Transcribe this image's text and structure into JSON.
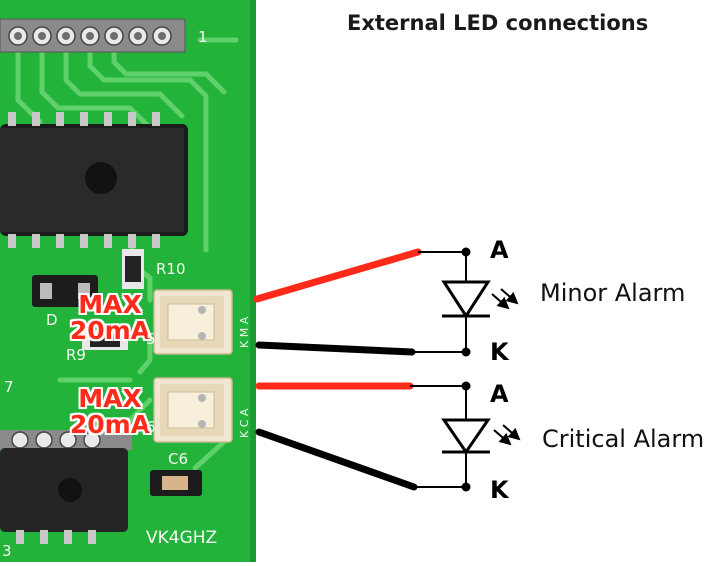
{
  "title": "External LED connections",
  "leds": [
    {
      "label": "Minor Alarm",
      "anode_label": "A",
      "cathode_label": "K"
    },
    {
      "label": "Critical Alarm",
      "anode_label": "A",
      "cathode_label": "K"
    }
  ],
  "current_limits": [
    {
      "line1": "MAX",
      "line2": "20mA"
    },
    {
      "line1": "MAX",
      "line2": "20mA"
    }
  ],
  "board": {
    "ref_r10": "R10",
    "ref_r9": "R9",
    "ref_c6": "C6",
    "ref_d": "D",
    "ref_5": "5",
    "ref_6": "6",
    "ref_7": "7",
    "ref_1": "1",
    "ref_3": "3",
    "header1_pins": "K M A",
    "header2_pins": "K C A",
    "maker": "VK4GHZ"
  },
  "colors": {
    "pcb": "#23b33b",
    "trace": "#5fd06a",
    "anode_wire": "#ff2a1a",
    "cathode_wire": "#000000",
    "max_text": "#ff2a1a",
    "connector": "#f1e6cf"
  }
}
